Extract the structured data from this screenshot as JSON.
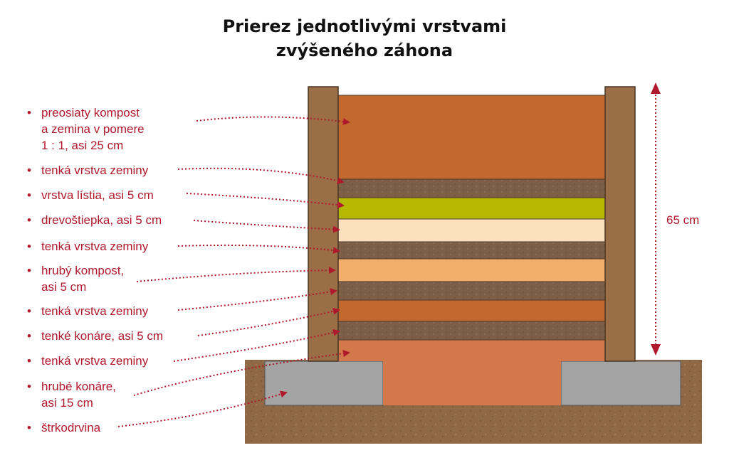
{
  "title": {
    "line1": "Prierez jednotlivými vrstvami",
    "line2": "zvýšeného záhona"
  },
  "bullet_symbol": "•",
  "layers": [
    {
      "label": "preosiaty kompost\na zemina v pomere\n1 : 1, asi 25 cm",
      "color": "#c2692f"
    },
    {
      "label": "tenká vrstva zeminy",
      "color": "#7d5f48"
    },
    {
      "label": "vrstva lístia, asi 5 cm",
      "color": "#b5b800"
    },
    {
      "label": "drevoštiepka, asi 5 cm",
      "color": "#fde1be"
    },
    {
      "label": "tenká vrstva zeminy",
      "color": "#7d5f48"
    },
    {
      "label": "hrubý kompost,\nasi 5 cm",
      "color": "#f2ae6b"
    },
    {
      "label": "tenká vrstva zeminy",
      "color": "#7d5f48"
    },
    {
      "label": "tenké konáre, asi 5 cm",
      "color": "#c2692f"
    },
    {
      "label": "tenká vrstva zeminy",
      "color": "#7d5f48"
    },
    {
      "label": "hrubé konáre,\nasi 15 cm",
      "color": "#d2784a"
    },
    {
      "label": "štrkodrvina",
      "color": "#a4a4a4"
    }
  ],
  "height": {
    "label": "65 cm"
  },
  "colors": {
    "accent": "#b0182c",
    "wood": "#9a6f47",
    "soil": "#8f6845",
    "gravel": "#a4a4a4"
  }
}
